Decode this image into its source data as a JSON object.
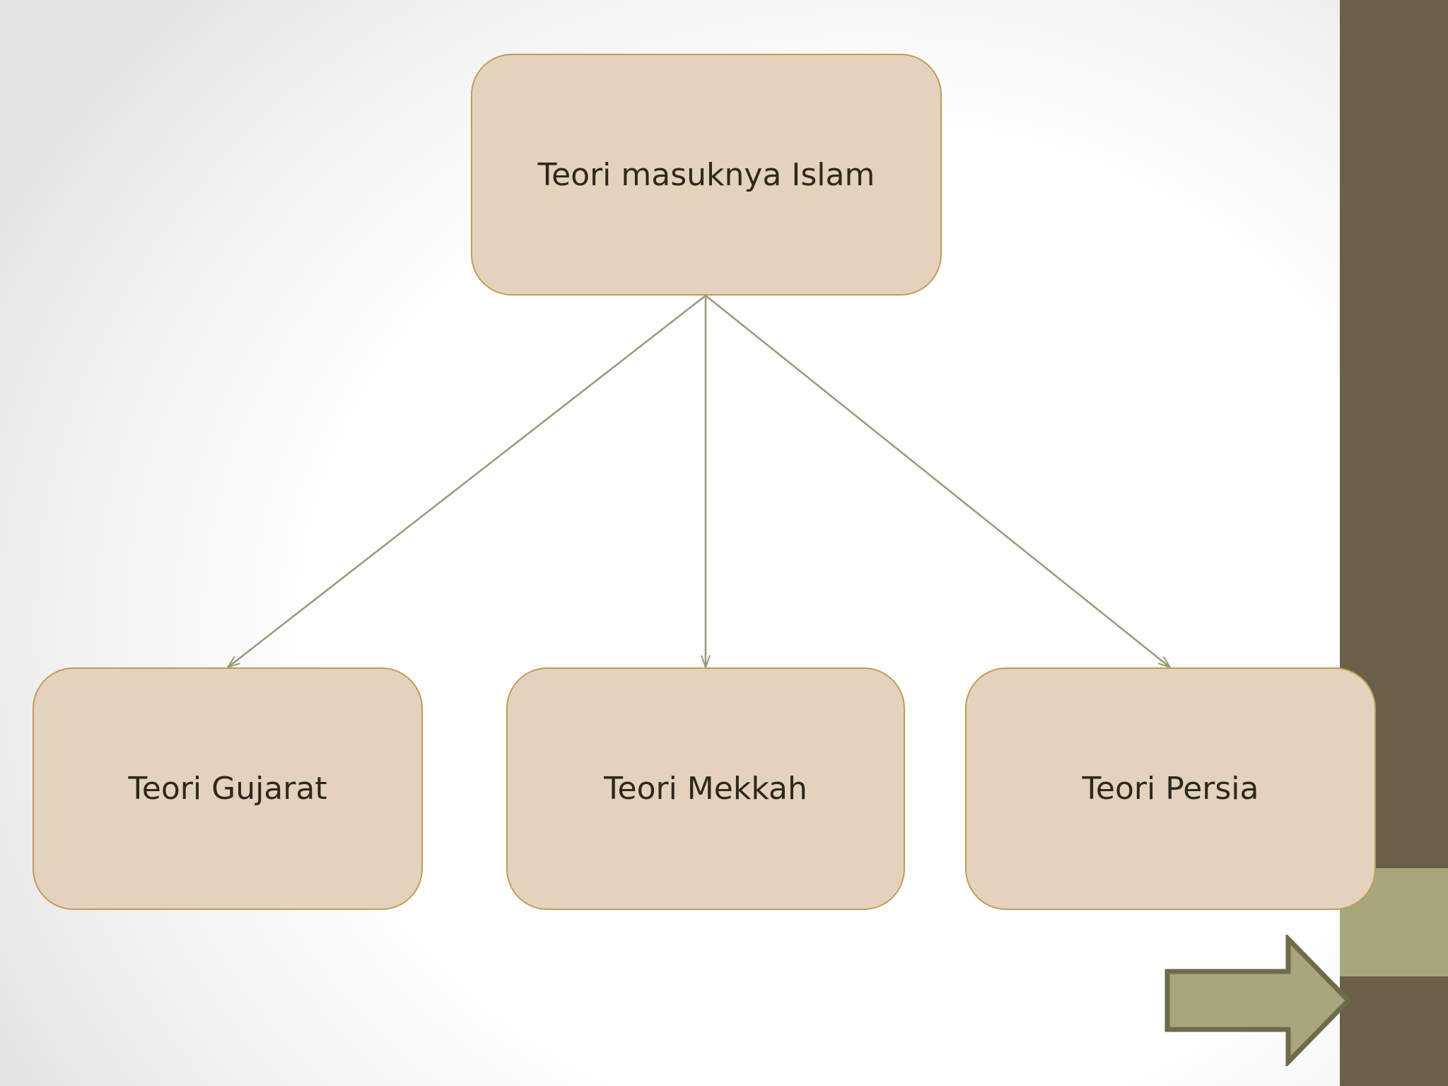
{
  "diagram": {
    "root": {
      "label": "Teori masuknya Islam"
    },
    "children": [
      {
        "id": "gujarat",
        "label": "Teori Gujarat"
      },
      {
        "id": "mekkah",
        "label": "Teori Mekkah"
      },
      {
        "id": "persia",
        "label": "Teori Persia"
      }
    ]
  },
  "colors": {
    "node_fill": "#e3d3bd",
    "node_border": "#c29b58",
    "connector": "#98997a",
    "text": "#2e281d",
    "side_bar": "#6a5f48",
    "accent": "#a8a67d",
    "arrow_outline": "#6e6a4c"
  },
  "icons": {
    "next": "right-arrow-icon"
  }
}
